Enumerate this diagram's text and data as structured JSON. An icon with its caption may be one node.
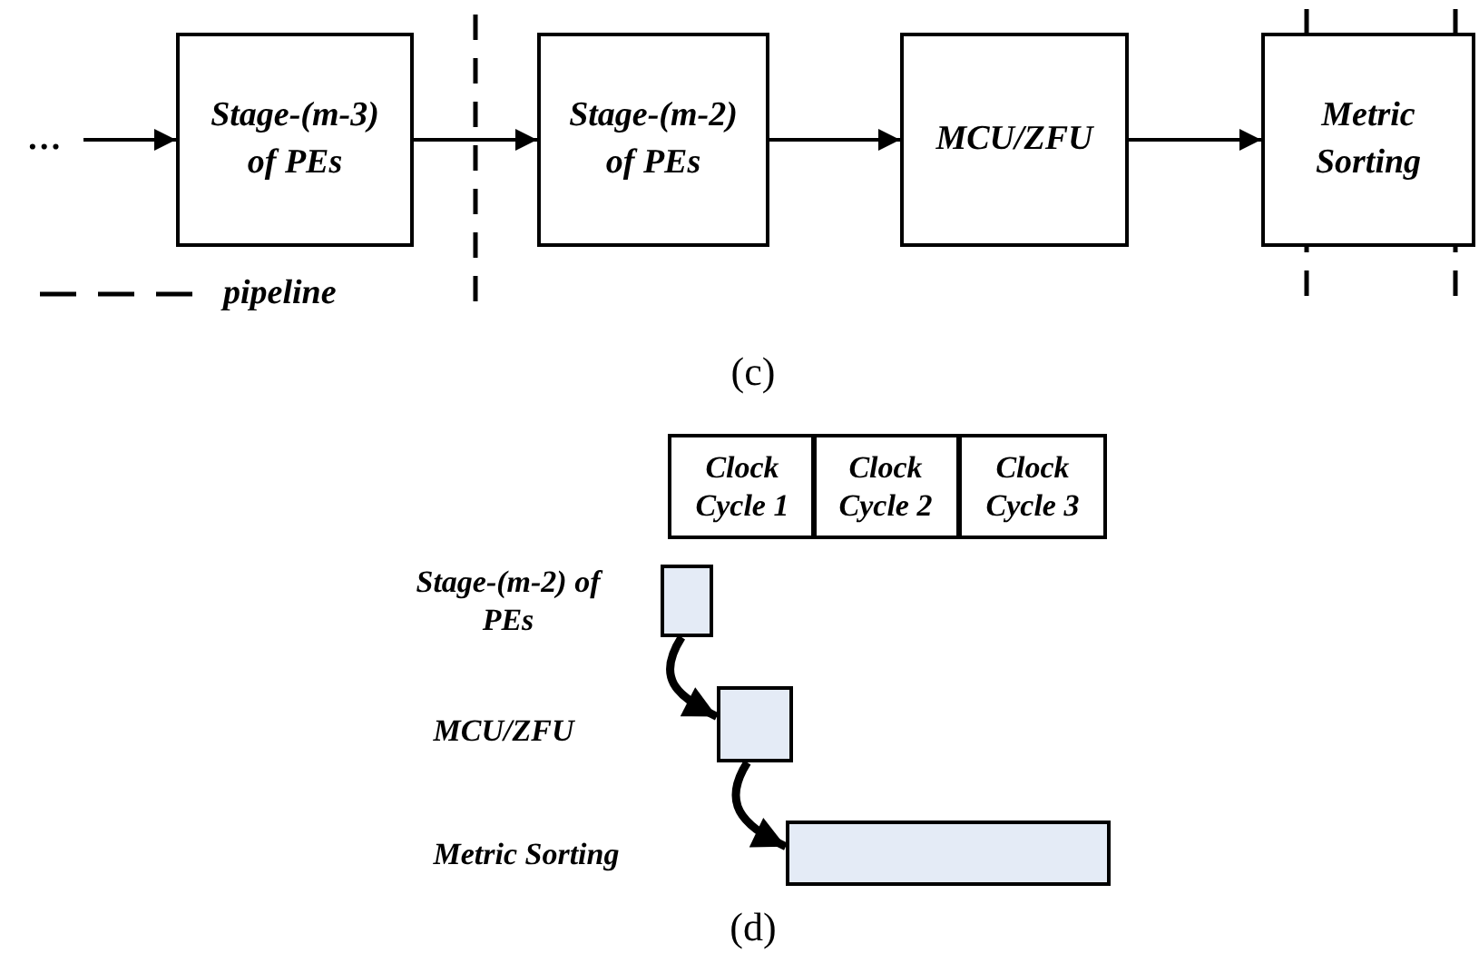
{
  "diagram": {
    "nodes": [
      {
        "text": [
          "…"
        ]
      },
      {
        "text": [
          "Stage-(m-3) of PEs"
        ]
      },
      {
        "text": [
          "Stage-(m-2) of PEs"
        ]
      },
      {
        "text": [
          "MCU/ZFU"
        ]
      },
      {
        "text": [
          "Metric Sorting"
        ]
      },
      {
        "text": [],
        "shape": "bar"
      },
      {
        "text": [],
        "shape": "bar"
      },
      {
        "text": [],
        "shape": "bar"
      }
    ],
    "edges": [
      {
        "from": 0,
        "to": 1,
        "arrow": "to"
      },
      {
        "from": 1,
        "to": 2,
        "arrow": "to"
      },
      {
        "from": 2,
        "to": 3,
        "arrow": "to"
      },
      {
        "from": 3,
        "to": 4,
        "arrow": "to"
      },
      {
        "from": 5,
        "to": 6,
        "arrow": "to",
        "style": "thick"
      },
      {
        "from": 6,
        "to": 7,
        "arrow": "to",
        "style": "thick"
      }
    ],
    "labels": [
      "(c)",
      "Clock Cycle 1",
      "Clock Cycle 2",
      "Clock Cycle 3",
      "Stage-(m-2) of PEs",
      "MCU/ZFU",
      "Metric Sorting",
      "(d)"
    ],
    "legend": [
      {
        "text": "pipeline"
      }
    ]
  }
}
